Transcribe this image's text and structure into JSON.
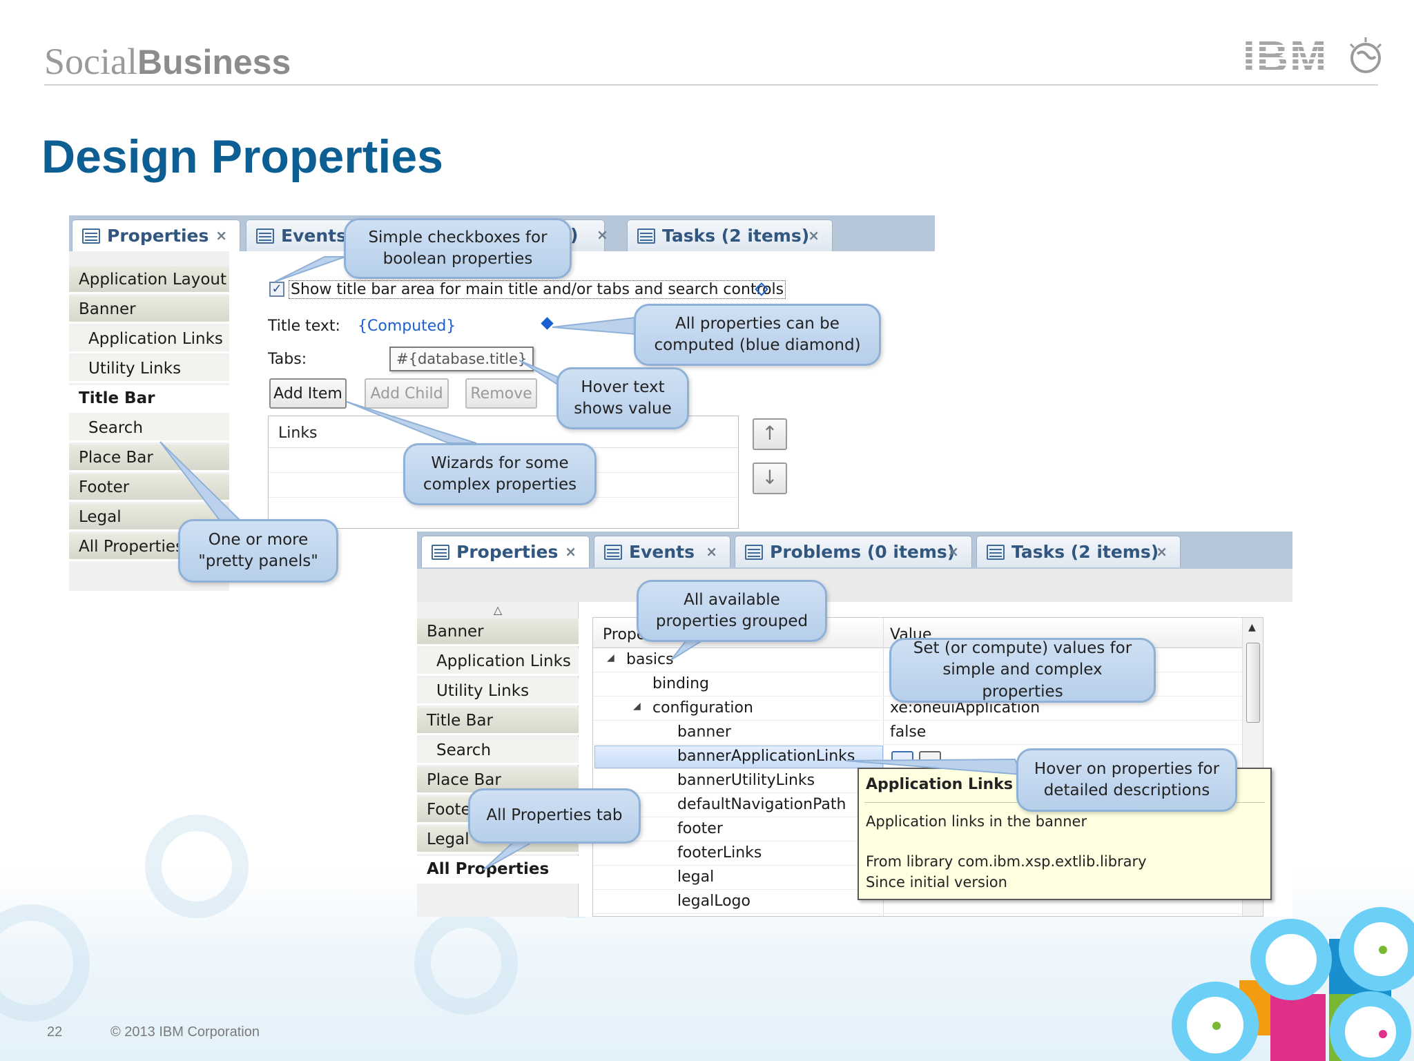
{
  "slide": {
    "brand_light": "Social",
    "brand_bold": "Business",
    "company_logo_text": "IBM",
    "title": "Design Properties",
    "page_number": "22",
    "copyright": "© 2013 IBM Corporation"
  },
  "top_panel": {
    "tabs": [
      {
        "label": "Properties",
        "icon": "properties-icon",
        "close": "×"
      },
      {
        "label": "Events",
        "icon": "events-icon"
      },
      {
        "label": ")",
        "close": "×"
      },
      {
        "label": "Tasks (2 items)",
        "icon": "tasks-icon",
        "close": "×"
      }
    ],
    "nav": [
      "Application Layout",
      "Banner",
      "Application Links",
      "Utility Links",
      "Title Bar",
      "Search",
      "Place Bar",
      "Footer",
      "Legal",
      "All Properties"
    ],
    "checkbox_label": "Show title bar area for main title and/or tabs and search controls",
    "title_text_label": "Title text:",
    "title_text_value": "{Computed}",
    "tabs_label": "Tabs:",
    "hover_value": "#{database.title}",
    "buttons": {
      "add_item": "Add Item",
      "add_child": "Add Child",
      "remove": "Remove"
    },
    "list_header": "Links"
  },
  "bottom_panel": {
    "tabs": [
      {
        "label": "Properties",
        "icon": "properties-icon",
        "close": "×"
      },
      {
        "label": "Events",
        "icon": "events-icon",
        "close": "×"
      },
      {
        "label": "Problems (0 items)",
        "icon": "problems-icon",
        "close": "×"
      },
      {
        "label": "Tasks (2 items)",
        "icon": "tasks-icon",
        "close": "×"
      }
    ],
    "nav": [
      "Banner",
      "Application Links",
      "Utility Links",
      "Title Bar",
      "Search",
      "Place Bar",
      "Foote",
      "Legal",
      "All Properties"
    ],
    "grid_headers": {
      "property": "Proper",
      "value": "Value"
    },
    "rows": [
      {
        "name": "basics",
        "value": ""
      },
      {
        "name": "binding",
        "value": ""
      },
      {
        "name": "configuration",
        "value": "xe:oneuiApplication"
      },
      {
        "name": "banner",
        "value": "false"
      },
      {
        "name": "bannerApplicationLinks",
        "value": ""
      },
      {
        "name": "bannerUtilityLinks",
        "value": ""
      },
      {
        "name": "defaultNavigationPath",
        "value": ""
      },
      {
        "name": "footer",
        "value": ""
      },
      {
        "name": "footerLinks",
        "value": ""
      },
      {
        "name": "legal",
        "value": ""
      },
      {
        "name": "legalLogo",
        "value": ""
      }
    ],
    "tooltip": {
      "title": "Application Links",
      "desc": "Application links in the banner",
      "library": "From library com.ibm.xsp.extlib.library",
      "since": "Since initial version"
    }
  },
  "callouts": {
    "checkboxes": "Simple checkboxes for\nboolean properties",
    "computed": "All properties can be\ncomputed (blue diamond)",
    "hover_text": "Hover text\nshows value",
    "wizards": "Wizards for some\ncomplex properties",
    "pretty": "One or more\n\"pretty panels\"",
    "grouped": "All available\nproperties grouped",
    "set_values": "Set (or compute) values for\nsimple and complex properties",
    "hover_props": "Hover on properties for\ndetailed descriptions",
    "all_props_tab": "All Properties tab"
  },
  "colors": {
    "title_blue": "#0d5e93",
    "callout_fill": "#c2d7ef",
    "computed_blue": "#1a5fd0",
    "tab_bar": "#b7c7da"
  }
}
